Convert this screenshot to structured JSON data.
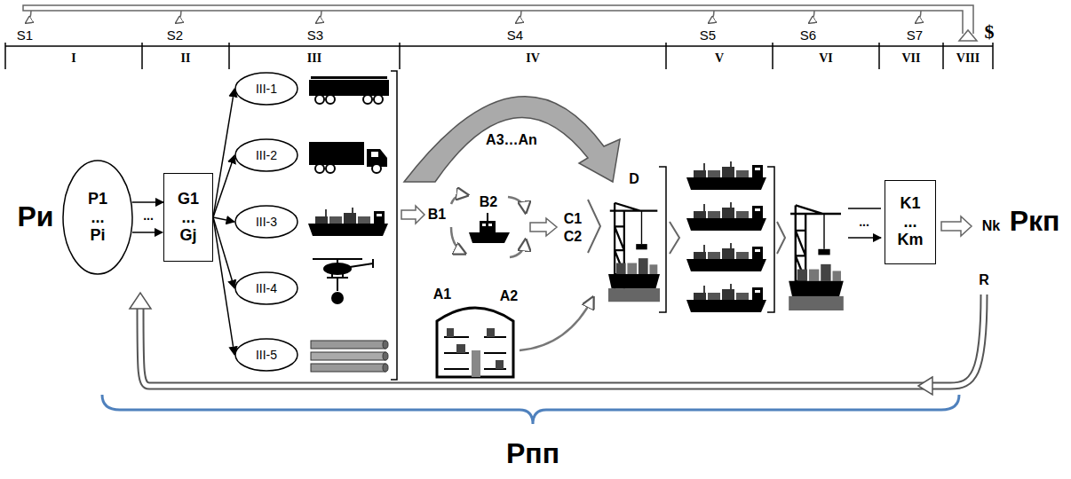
{
  "diagram": {
    "nodes": [
      {
        "text": [
          "P1 ... Pi"
        ]
      },
      {
        "text": [
          "G1 ... Gj"
        ]
      },
      {
        "text": [
          "III-1"
        ]
      },
      {
        "text": [
          "III-2"
        ]
      },
      {
        "text": [
          "III-3"
        ]
      },
      {
        "text": [
          "III-4"
        ]
      },
      {
        "text": [
          "III-5"
        ]
      },
      {
        "text": [
          "K1 ... Km"
        ]
      }
    ],
    "edges": [
      {
        "from": 0,
        "to": 1,
        "arrow": "to"
      },
      {
        "from": 1,
        "to": 2,
        "arrow": "to"
      },
      {
        "from": 1,
        "to": 3,
        "arrow": "to"
      },
      {
        "from": 1,
        "to": 4,
        "arrow": "to"
      },
      {
        "from": 1,
        "to": 5,
        "arrow": "to"
      },
      {
        "from": 1,
        "to": 6,
        "arrow": "to"
      }
    ],
    "labels": [
      "S1",
      "S2",
      "S3",
      "S4",
      "S5",
      "S6",
      "S7",
      "$",
      "I",
      "II",
      "III",
      "IV",
      "V",
      "VI",
      "VII",
      "VIII",
      "Ри",
      "...",
      "B1",
      "B2",
      "A1",
      "A2",
      "A3…An",
      "C1",
      "C2",
      "D",
      "...",
      "Nk",
      "R",
      "Ркп",
      "Рпп"
    ]
  }
}
